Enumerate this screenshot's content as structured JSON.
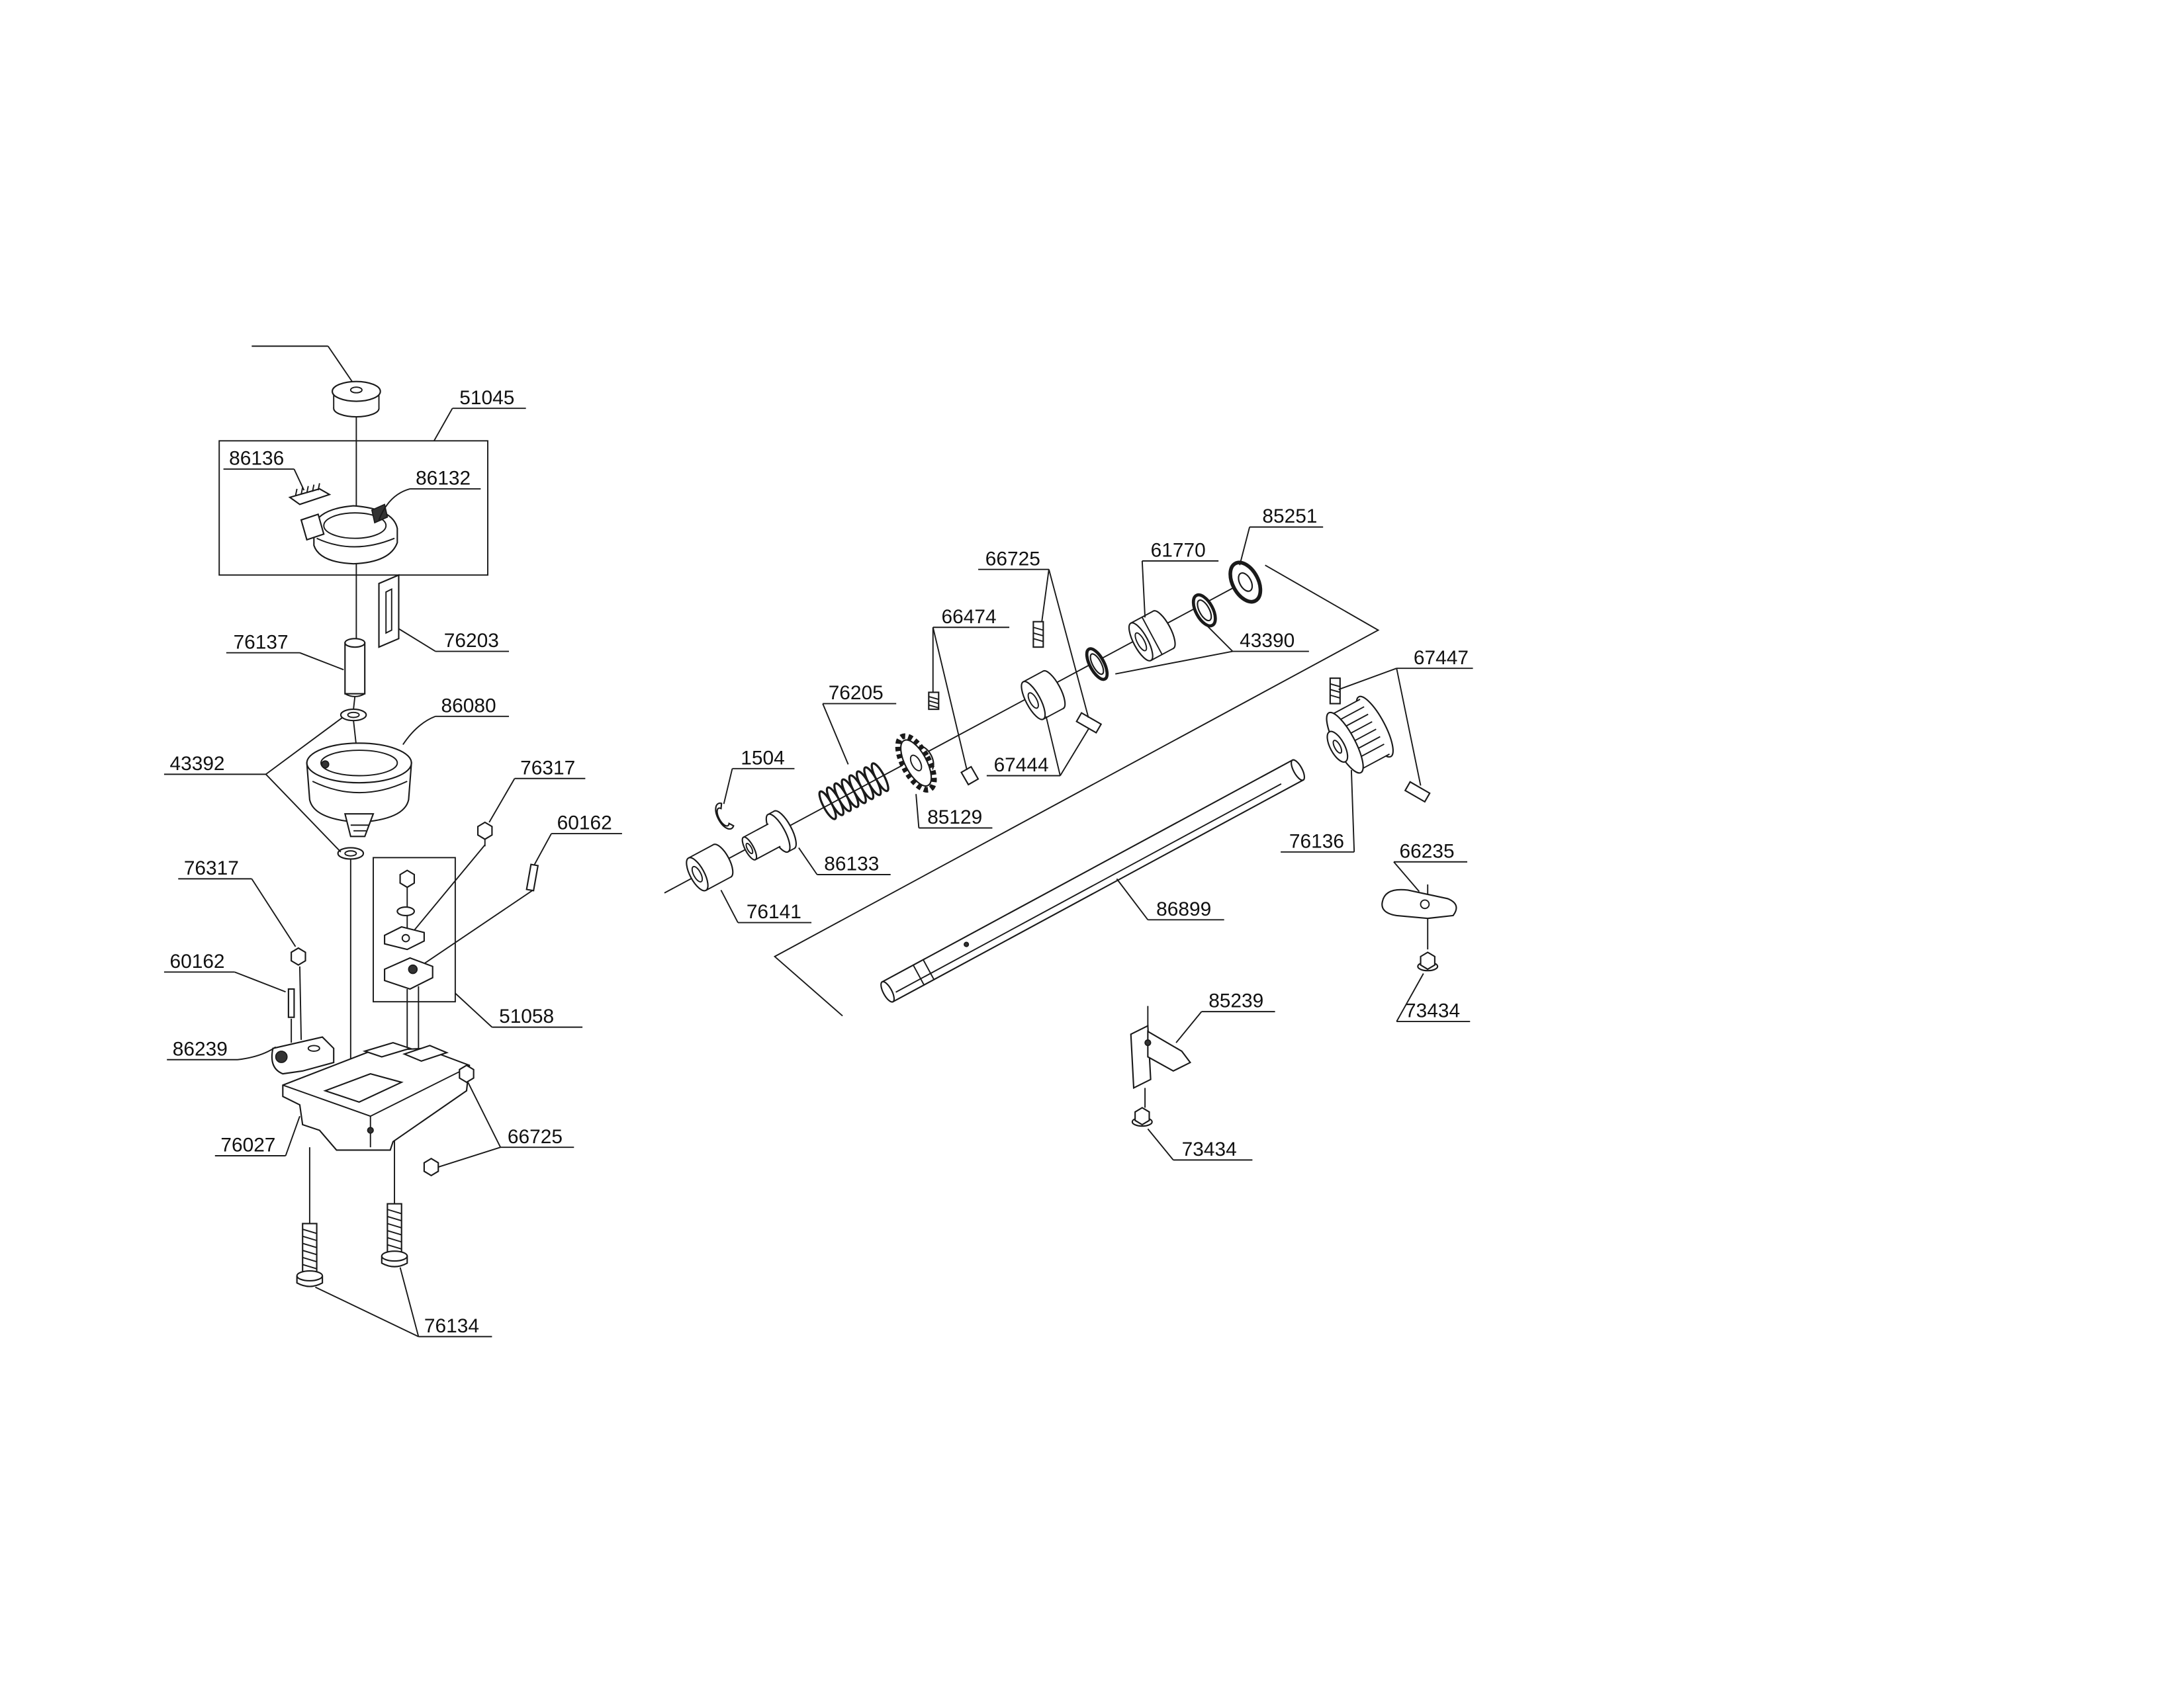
{
  "parts": [
    "51045",
    "86136",
    "86132",
    "76137",
    "76203",
    "86080",
    "43392",
    "76317",
    "60162",
    "51058",
    "76317",
    "60162",
    "86239",
    "76027",
    "66725",
    "76134",
    "85251",
    "61770",
    "66725",
    "43390",
    "66474",
    "76205",
    "67444",
    "67447",
    "1504",
    "85129",
    "86133",
    "76141",
    "76136",
    "86899",
    "66235",
    "73434",
    "85239",
    "73434"
  ]
}
